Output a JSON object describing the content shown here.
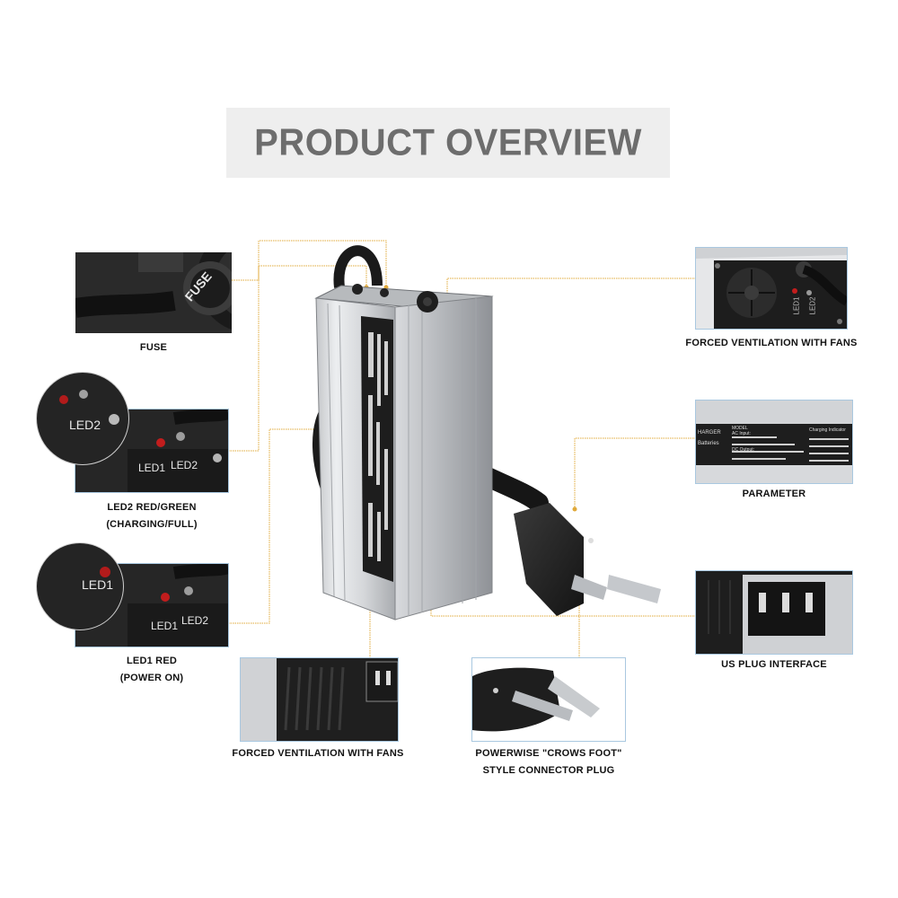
{
  "title": "PRODUCT OVERVIEW",
  "callouts": {
    "fuse": {
      "caption": "FUSE",
      "label": "FUSE"
    },
    "led2": {
      "caption_line1": "LED2 RED/GREEN",
      "caption_line2": "(CHARGING/FULL)",
      "label_a": "LED2",
      "label_b": "LED1",
      "label_c": "LED2"
    },
    "led1": {
      "caption_line1": "LED1 RED",
      "caption_line2": "(POWER ON)",
      "label_a": "LED1",
      "label_b": "LED1",
      "label_c": "LED2"
    },
    "fans_top": {
      "caption": "FORCED VENTILATION WITH FANS",
      "label_a": "LED1",
      "label_b": "LED2"
    },
    "parameter": {
      "caption": "PARAMETER",
      "label_model": "MODEL",
      "label_charger": "HARGER",
      "label_batteries": "Batteries",
      "label_ac_input": "AC Input:",
      "label_dc_output": "DC Output:",
      "label_indicator": "Charging Indicator"
    },
    "us_plug": {
      "caption": "US PLUG INTERFACE"
    },
    "fans_bottom": {
      "caption": "FORCED VENTILATION WITH FANS"
    },
    "connector": {
      "caption_line1": "POWERWISE \"CROWS FOOT\"",
      "caption_line2": "STYLE CONNECTOR PLUG"
    }
  },
  "colors": {
    "callout_line": "#e0a93a",
    "banner": "#eeeeee",
    "title": "#6d6d6d",
    "thumb_border": "#a9c8e0"
  }
}
